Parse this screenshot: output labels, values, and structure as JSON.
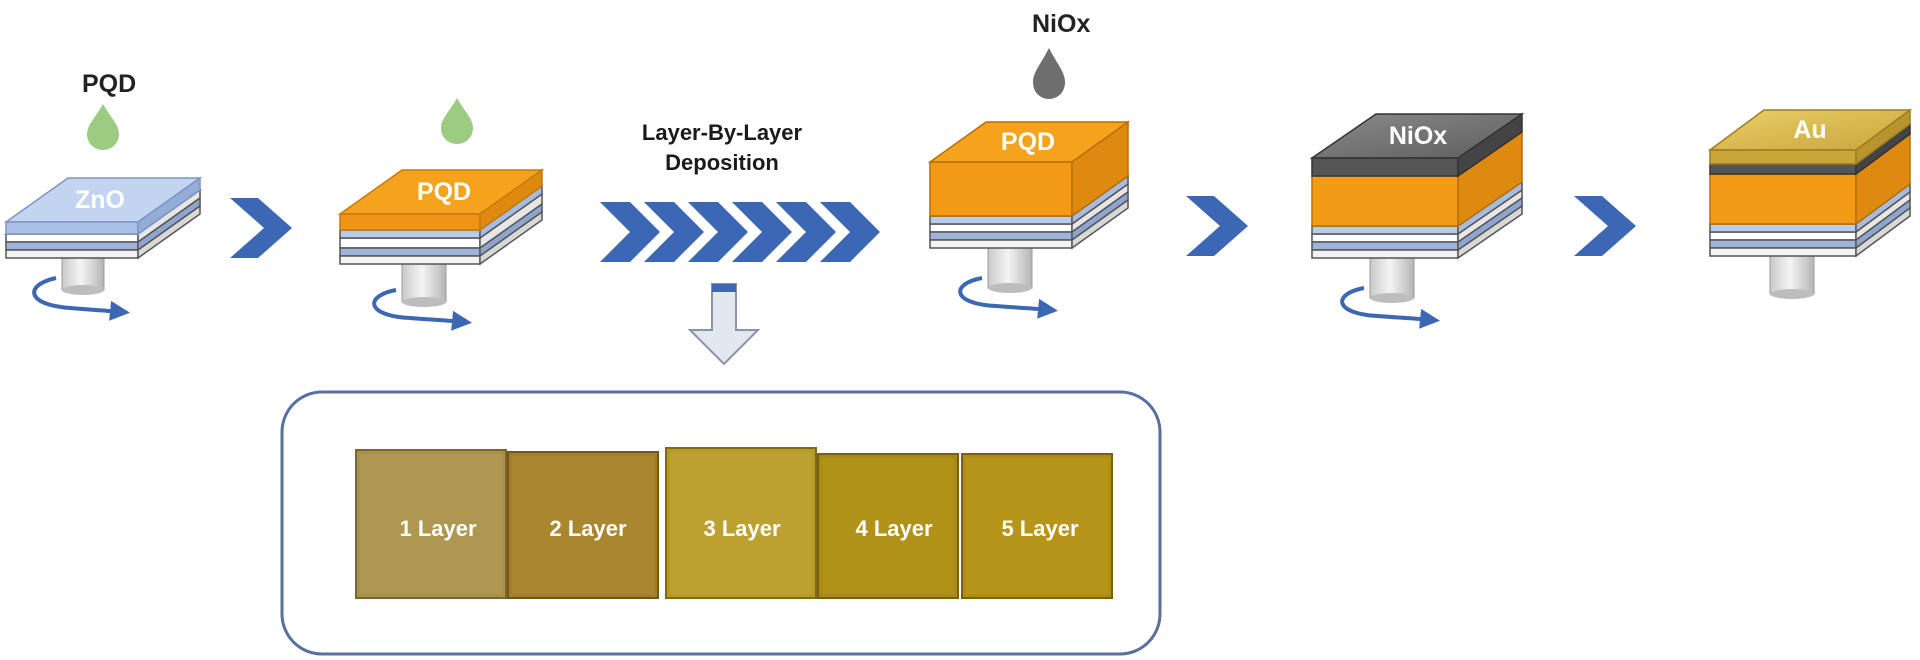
{
  "labels": {
    "drop_pqd": "PQD",
    "drop_niox": "NiOx",
    "step_line1": "Layer-By-Layer",
    "step_line2": "Deposition"
  },
  "stages": [
    {
      "top_label": "ZnO"
    },
    {
      "top_label": "PQD"
    },
    {
      "top_label": "PQD"
    },
    {
      "top_label": "NiOx"
    },
    {
      "top_label": "Au"
    }
  ],
  "samples": [
    "1 Layer",
    "2 Layer",
    "3 Layer",
    "4 Layer",
    "5 Layer"
  ],
  "colors": {
    "arrow_blue": "#3b67b4",
    "pqd_orange": "#f5a21c",
    "pqd_orange_side": "#de8a10",
    "pqd_orange_front": "#ef9417",
    "zno_blue": "#c3d4f0",
    "substrate_blue": "#b8cbe8",
    "niox_gray": "#7a7a7a",
    "au_gold": "#d8b84e",
    "drop_green": "#9ccc82",
    "drop_gray": "#6e6e6e",
    "inset_border": "#5b6f9e"
  },
  "icons": [
    "droplet-icon",
    "spin-arrow-icon",
    "chevron-arrow-icon",
    "down-arrow-icon"
  ]
}
